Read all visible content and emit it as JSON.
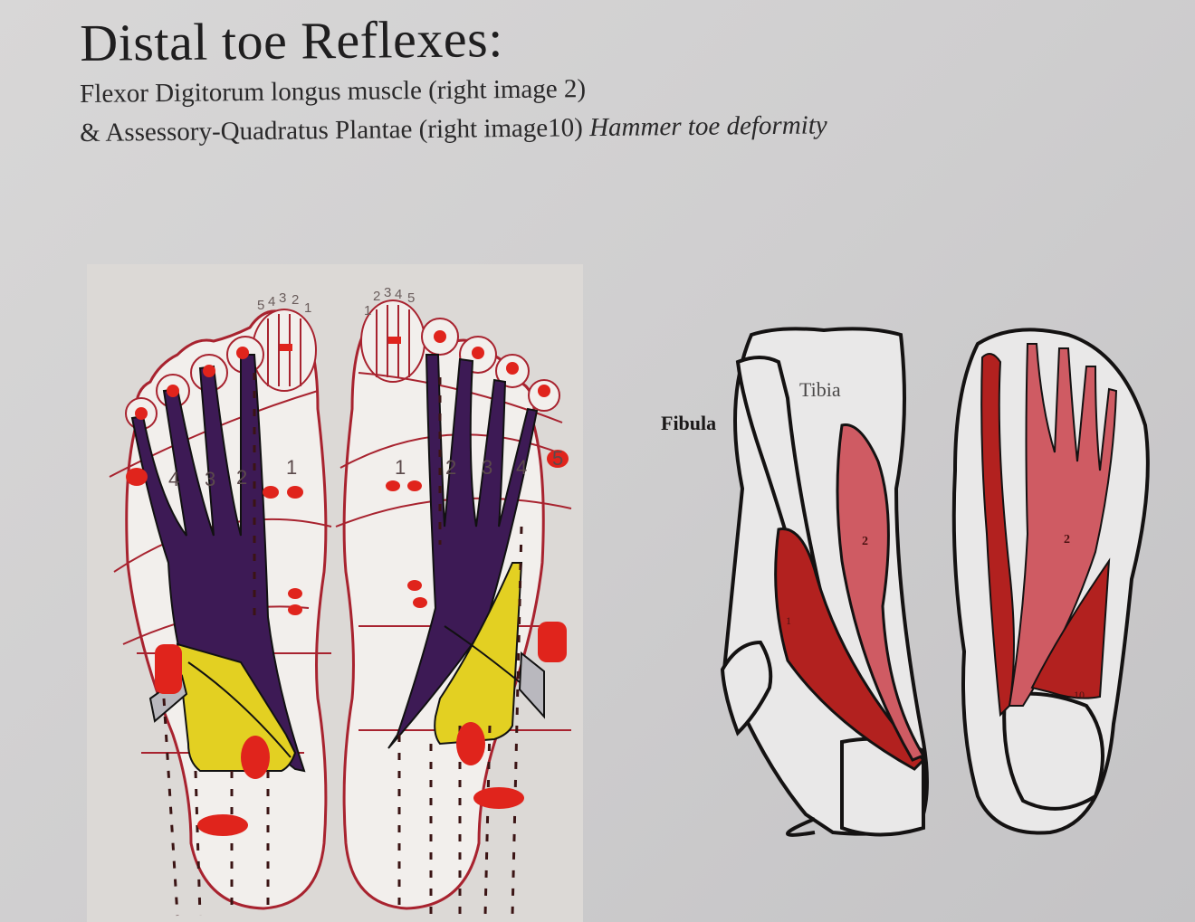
{
  "page": {
    "title": "Distal toe Reflexes:",
    "subtitle_line1": "Flexor Digitorum longus muscle (right image 2)",
    "subtitle_line2_prefix": "& Assessory-Quadratus Plantae (right image10)",
    "subtitle_line2_italic": "Hammer toe deformity"
  },
  "reflexology_chart": {
    "left_foot": {
      "toe_numbers": [
        "5",
        "4",
        "3",
        "2",
        "1"
      ],
      "zone_numbers": [
        "4",
        "3",
        "2",
        "1"
      ]
    },
    "right_foot": {
      "toe_numbers": [
        "1",
        "2",
        "3",
        "4",
        "5"
      ],
      "zone_numbers": [
        "1",
        "2",
        "3",
        "4",
        "5"
      ]
    },
    "colors": {
      "outline": "#a8232f",
      "muscle": "#3d1a55",
      "quadratus": "#e3d022",
      "reflex_point": "#e0241c",
      "ligament": "#b9b8be",
      "background": "#dcd9d6"
    }
  },
  "anatomy_illustration": {
    "leg": {
      "label_fibula": "Fibula",
      "label_tibia": "Tibia",
      "muscle_label_1": "1",
      "muscle_label_2": "2"
    },
    "foot": {
      "muscle_label_2": "2",
      "muscle_label_10": "10"
    },
    "colors": {
      "muscle_dark": "#b2211f",
      "muscle_light": "#cf5b63",
      "outline": "#141212"
    }
  }
}
